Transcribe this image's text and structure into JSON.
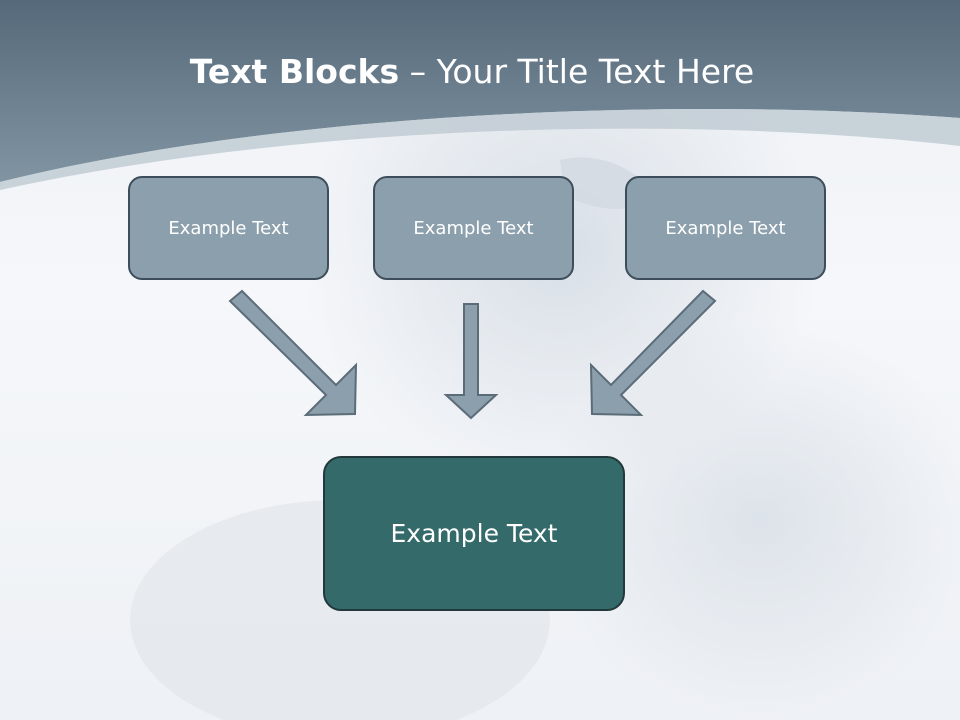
{
  "slide": {
    "title_bold": "Text Blocks",
    "title_rest": " – Your Title Text Here"
  },
  "blocks": [
    {
      "label": "Example Text"
    },
    {
      "label": "Example Text"
    },
    {
      "label": "Example Text"
    }
  ],
  "main_block": {
    "label": "Example Text"
  },
  "colors": {
    "header": "#6f8494",
    "block": "#8c9fad",
    "main_block": "#346a6a",
    "arrow": "#8c9fad"
  }
}
